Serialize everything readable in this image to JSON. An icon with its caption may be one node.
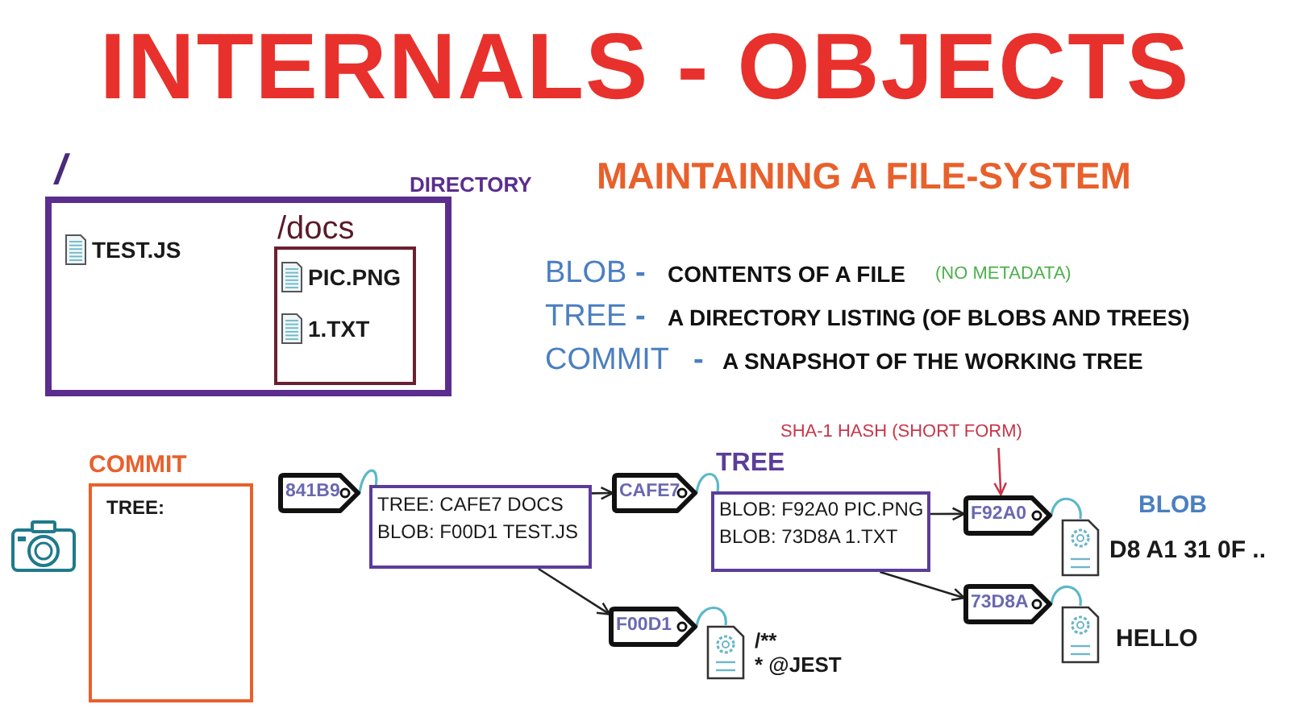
{
  "diagram": {
    "title": "INTERNALS - OBJECTS",
    "nodes": [
      {
        "text": [
          "/"
        ],
        "beside": [
          "DIRECTORY"
        ]
      },
      {
        "text": [
          "TEST.JS"
        ],
        "in": 0
      },
      {
        "text": [
          "/docs"
        ],
        "in": 0
      },
      {
        "text": [
          "PIC.PNG"
        ],
        "in": 2
      },
      {
        "text": [
          "1.TXT"
        ],
        "in": 2
      },
      {
        "text": [
          "COMMIT",
          "TREE:"
        ]
      },
      {
        "text": [
          "841B9"
        ]
      },
      {
        "text": [
          "TREE: CAFE7 DOCS",
          "BLOB: F00D1 TEST.JS"
        ]
      },
      {
        "text": [
          "CAFE7"
        ]
      },
      {
        "text": [
          "TREE",
          "BLOB: F92A0 PIC.PNG",
          "BLOB: 73D8A 1.TXT"
        ]
      },
      {
        "text": [
          "F00D1"
        ]
      },
      {
        "text": [],
        "shape": "document",
        "beside": [
          "/**",
          "* @JEST"
        ]
      },
      {
        "text": [
          "F92A0"
        ]
      },
      {
        "text": [],
        "shape": "document",
        "beside": [
          "D8 A1 31 0F .."
        ]
      },
      {
        "text": [
          "73D8A"
        ]
      },
      {
        "text": [],
        "shape": "document",
        "beside": [
          "HELLO"
        ]
      },
      {
        "text": [
          "SHA-1 HASH (SHORT FORM)"
        ]
      }
    ],
    "edges": [
      {
        "from": 6,
        "to": 7,
        "arrow": "none"
      },
      {
        "from": 7,
        "to": 8,
        "arrow": "to",
        "color": "#222222"
      },
      {
        "from": 7,
        "to": 10,
        "arrow": "to",
        "color": "#222222"
      },
      {
        "from": 8,
        "to": 9,
        "arrow": "none"
      },
      {
        "from": 9,
        "to": 12,
        "arrow": "to",
        "color": "#222222"
      },
      {
        "from": 9,
        "to": 14,
        "arrow": "to",
        "color": "#222222"
      },
      {
        "from": 10,
        "to": 11,
        "arrow": "none"
      },
      {
        "from": 12,
        "to": 13,
        "arrow": "none"
      },
      {
        "from": 14,
        "to": 15,
        "arrow": "none"
      },
      {
        "from": 16,
        "to": 12,
        "arrow": "to",
        "color": "#c8364a"
      }
    ],
    "labels": [
      "MAINTAINING A FILE-SYSTEM",
      "BLOB",
      "-",
      "CONTENTS OF A FILE",
      "(NO METADATA)",
      "TREE",
      "-",
      "A DIRECTORY LISTING (OF BLOBS AND TREES)",
      "COMMIT",
      "-",
      "A SNAPSHOT OF THE WORKING TREE",
      "BLOB"
    ]
  }
}
